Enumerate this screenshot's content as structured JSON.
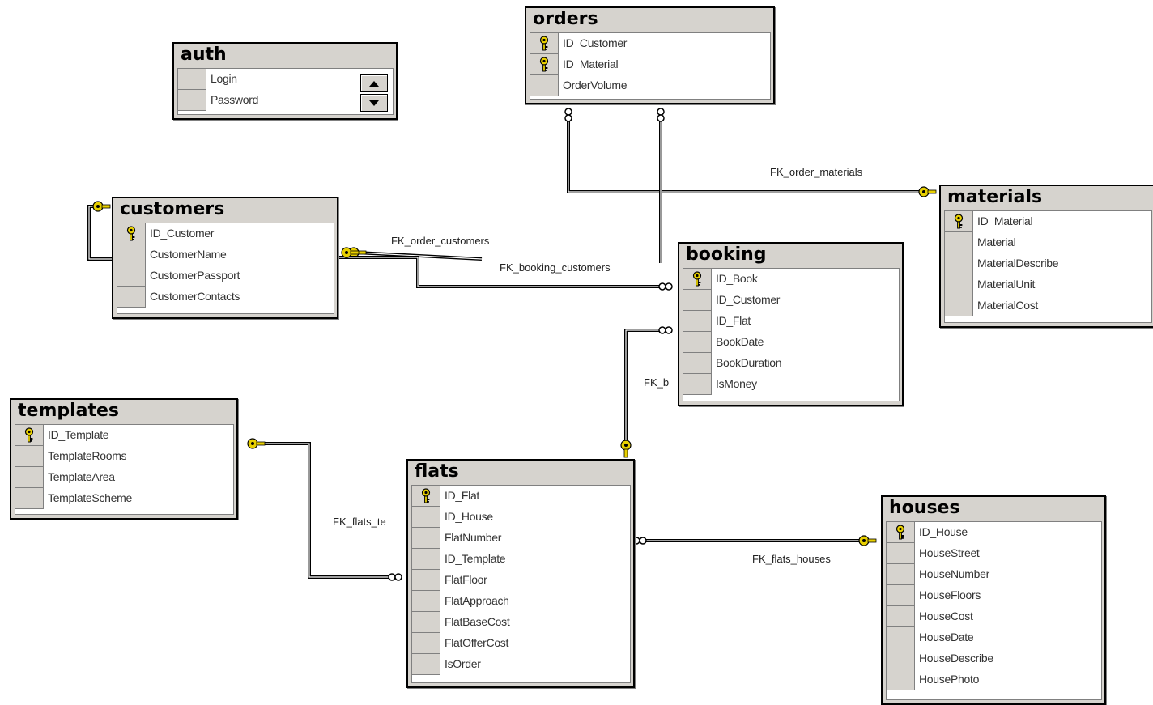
{
  "tables": {
    "auth": {
      "title": "auth",
      "fields": [
        "Login",
        "Password"
      ]
    },
    "orders": {
      "title": "orders",
      "fields": [
        "ID_Customer",
        "ID_Material",
        "OrderVolume"
      ],
      "keys": [
        0,
        1
      ]
    },
    "customers": {
      "title": "customers",
      "fields": [
        "ID_Customer",
        "CustomerName",
        "CustomerPassport",
        "CustomerContacts"
      ],
      "keys": [
        0
      ]
    },
    "booking": {
      "title": "booking",
      "fields": [
        "ID_Book",
        "ID_Customer",
        "ID_Flat",
        "BookDate",
        "BookDuration",
        "IsMoney"
      ],
      "keys": [
        0
      ]
    },
    "materials": {
      "title": "materials",
      "fields": [
        "ID_Material",
        "Material",
        "MaterialDescribe",
        "MaterialUnit",
        "MaterialCost"
      ],
      "keys": [
        0
      ]
    },
    "templates": {
      "title": "templates",
      "fields": [
        "ID_Template",
        "TemplateRooms",
        "TemplateArea",
        "TemplateScheme"
      ],
      "keys": [
        0
      ]
    },
    "flats": {
      "title": "flats",
      "fields": [
        "ID_Flat",
        "ID_House",
        "FlatNumber",
        "ID_Template",
        "FlatFloor",
        "FlatApproach",
        "FlatBaseCost",
        "FlatOfferCost",
        "IsOrder"
      ],
      "keys": [
        0
      ]
    },
    "houses": {
      "title": "houses",
      "fields": [
        "ID_House",
        "HouseStreet",
        "HouseNumber",
        "HouseFloors",
        "HouseCost",
        "HouseDate",
        "HouseDescribe",
        "HousePhoto"
      ],
      "keys": [
        0
      ]
    }
  },
  "relationships": [
    {
      "label": "FK_order_materials"
    },
    {
      "label": "FK_order_customers"
    },
    {
      "label": "FK_booking_customers"
    },
    {
      "label": "FK_b"
    },
    {
      "label": "FK_flats_te"
    },
    {
      "label": "FK_flats_houses"
    }
  ],
  "colors": {
    "table_bg": "#d6d3ce",
    "key_icon": "#e8d000",
    "line": "#000000"
  }
}
